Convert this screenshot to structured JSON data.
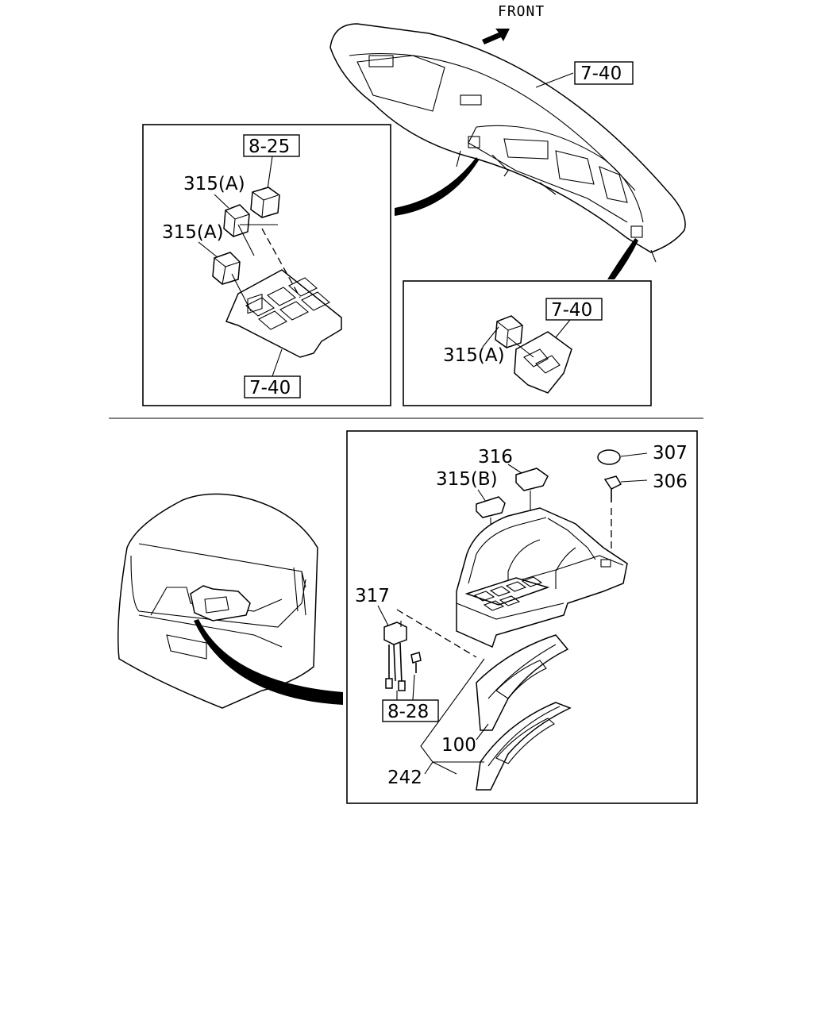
{
  "header": {
    "front_label": "FRONT"
  },
  "callouts": {
    "dash_top": "7-40",
    "inset_left_top": "8-25",
    "inset_left_a1": "315(A)",
    "inset_left_a2": "315(A)",
    "inset_left_bottom": "7-40",
    "inset_right_box": "7-40",
    "inset_right_a": "315(A)",
    "console_316": "316",
    "console_315b": "315(B)",
    "console_307": "307",
    "console_306": "306",
    "console_317": "317",
    "console_828": "8-28",
    "console_100": "100",
    "console_242": "242"
  },
  "colors": {
    "line": "#000000",
    "background": "#ffffff"
  }
}
